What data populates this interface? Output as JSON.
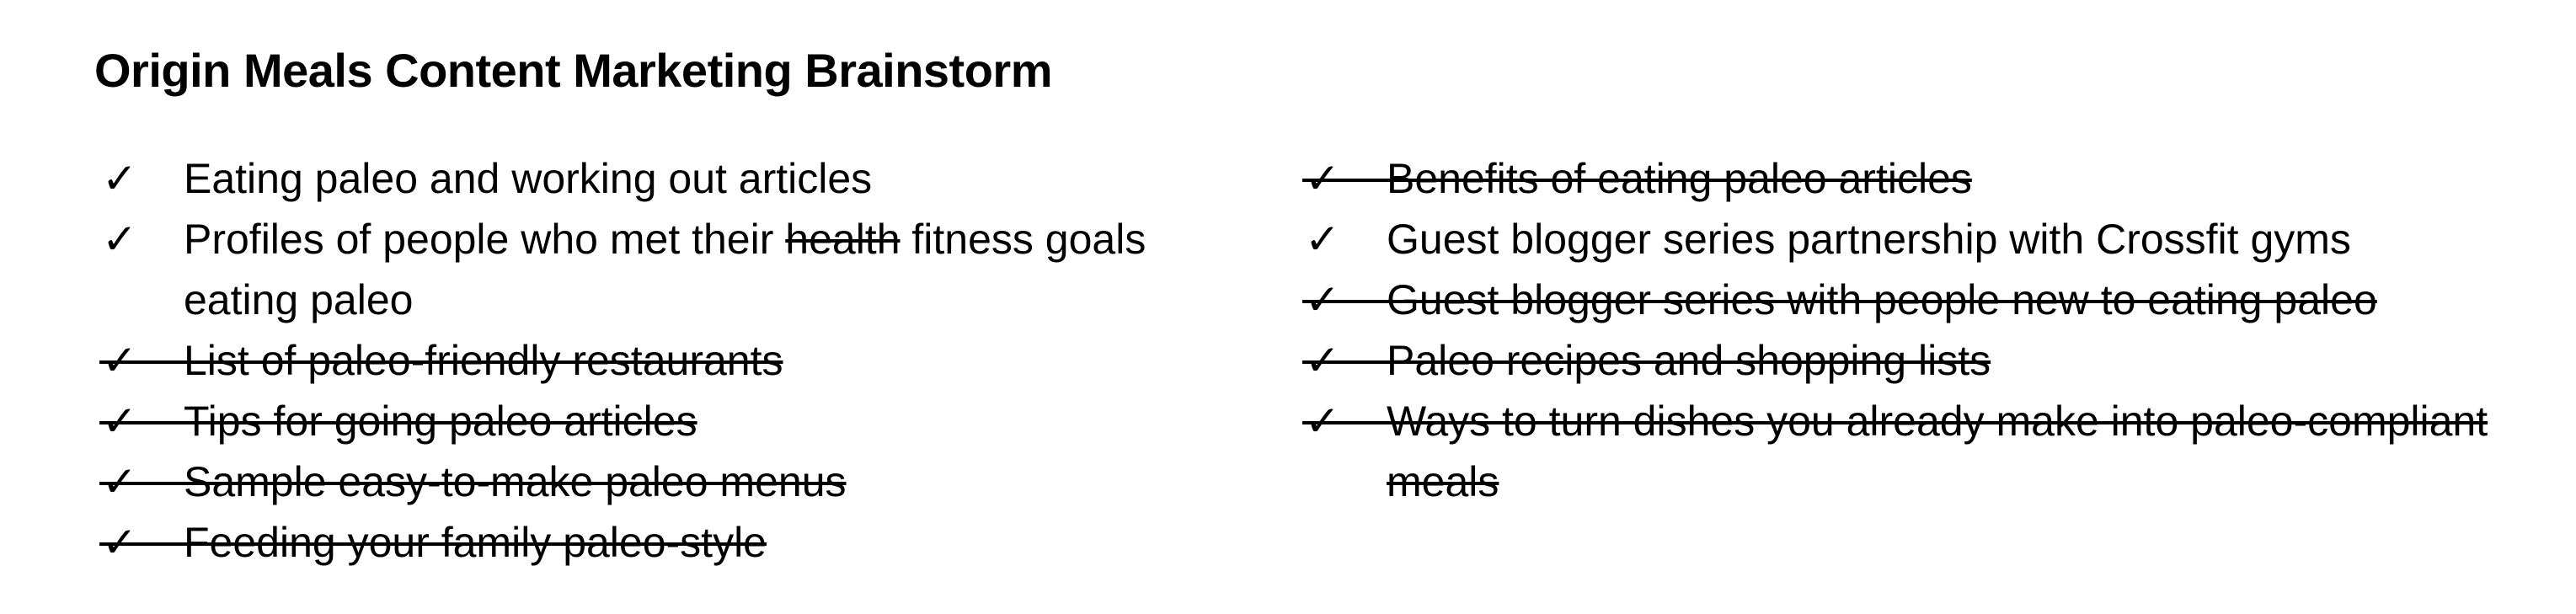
{
  "document": {
    "title": "Origin Meals Content Marketing Brainstorm",
    "left_column": [
      {
        "check": "✓",
        "text": "Eating paleo and working out articles",
        "done": false
      },
      {
        "check": "✓",
        "text_before": "Profiles of people who met their ",
        "struck_word": "health",
        "text_after": " fitness goals eating paleo",
        "done": false
      },
      {
        "check": "✓",
        "text": "List of paleo-friendly restaurants",
        "done": true
      },
      {
        "check": "✓",
        "text": "Tips for going paleo articles",
        "done": true
      },
      {
        "check": "✓",
        "text": "Sample easy-to-make paleo menus",
        "done": true
      },
      {
        "check": "✓",
        "text": "Feeding your family paleo-style",
        "done": true
      }
    ],
    "right_column": [
      {
        "check": "✓",
        "text": "Benefits of eating paleo articles",
        "done": true
      },
      {
        "check": "✓",
        "text": "Guest blogger series partnership with Crossfit gyms",
        "done": false
      },
      {
        "check": "✓",
        "text": "Guest blogger series with people new to eating paleo",
        "done": true
      },
      {
        "check": "✓",
        "text": "Paleo recipes and shopping lists",
        "done": true
      },
      {
        "check": "✓",
        "text": "Ways to turn dishes you already make into paleo-compliant meals",
        "done": true
      }
    ]
  }
}
